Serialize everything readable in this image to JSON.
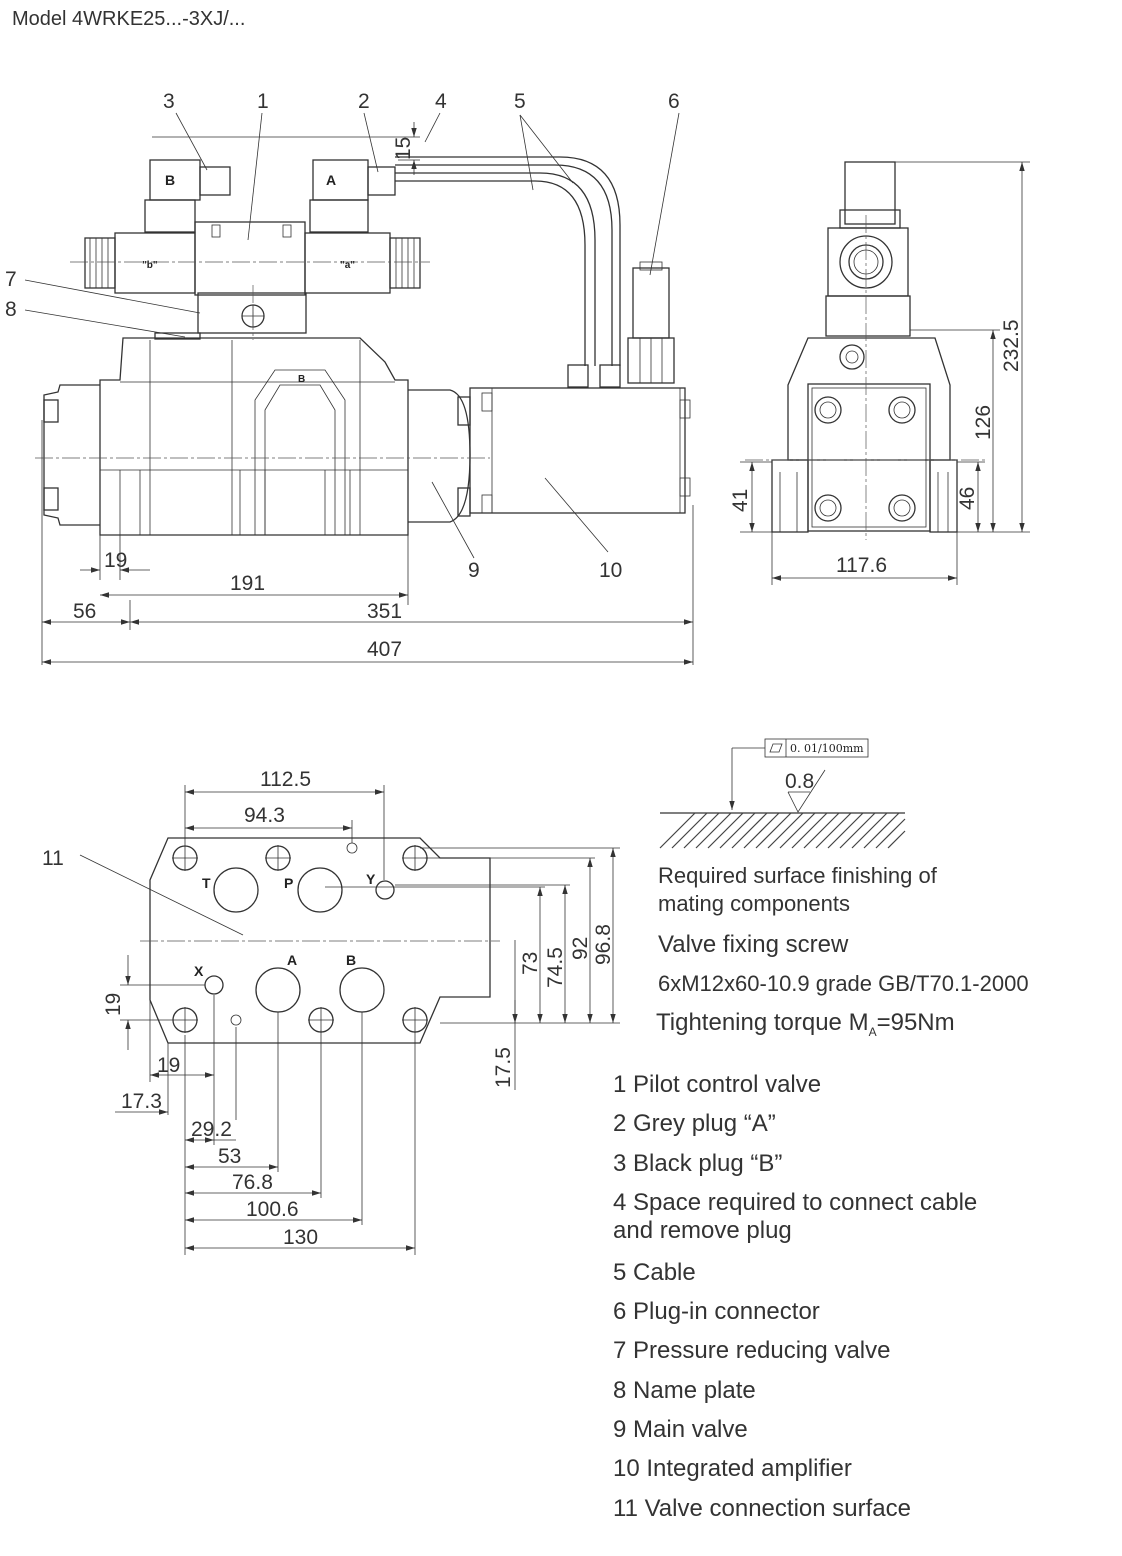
{
  "title": "Model 4WRKE25...-3XJ/...",
  "plug_letters": {
    "b": "B",
    "a": "A"
  },
  "solenoid_labels": {
    "b": "\"b\"",
    "a": "\"a\""
  },
  "ports": {
    "T": "T",
    "P": "P",
    "Y": "Y",
    "X": "X",
    "A": "A",
    "B": "B",
    "main_b": "B"
  },
  "callouts": {
    "c1": "1",
    "c2": "2",
    "c3": "3",
    "c4": "4",
    "c5": "5",
    "c6": "6",
    "c7": "7",
    "c8": "8",
    "c9": "9",
    "c10": "10",
    "c11": "11"
  },
  "dimensions": {
    "d15": "15",
    "d232_5": "232.5",
    "d126": "126",
    "d41": "41",
    "d46": "46",
    "d117_6": "117.6",
    "d19a": "19",
    "d191": "191",
    "d56": "56",
    "d351": "351",
    "d407": "407",
    "d112_5": "112.5",
    "d94_3": "94.3",
    "d73": "73",
    "d74_5": "74.5",
    "d92": "92",
    "d96_8": "96.8",
    "d19b": "19",
    "d17_5": "17.5",
    "d19c": "19",
    "d17_3": "17.3",
    "d29_2": "29.2",
    "d53": "53",
    "d76_8": "76.8",
    "d100_6": "100.6",
    "d130": "130"
  },
  "surface": {
    "flatness": "0. 01/100mm",
    "roughness": "0.8"
  },
  "notes": {
    "finish_1": "Required surface finishing of",
    "finish_2": "mating components",
    "screw_title": "Valve fixing screw",
    "screw_spec": "6xM12x60-10.9 grade GB/T70.1-2000",
    "torque_pre": "Tightening torque M",
    "torque_sub": "A",
    "torque_post": "=95Nm"
  },
  "legend": [
    "1 Pilot control valve",
    "2 Grey plug “A”",
    "3 Black plug “B”",
    "4 Space required to connect cable",
    "and remove plug",
    "5 Cable",
    "6 Plug-in connector",
    "7 Pressure reducing valve",
    "8 Name plate",
    "9 Main valve",
    "10 Integrated amplifier",
    "11 Valve connection surface"
  ]
}
